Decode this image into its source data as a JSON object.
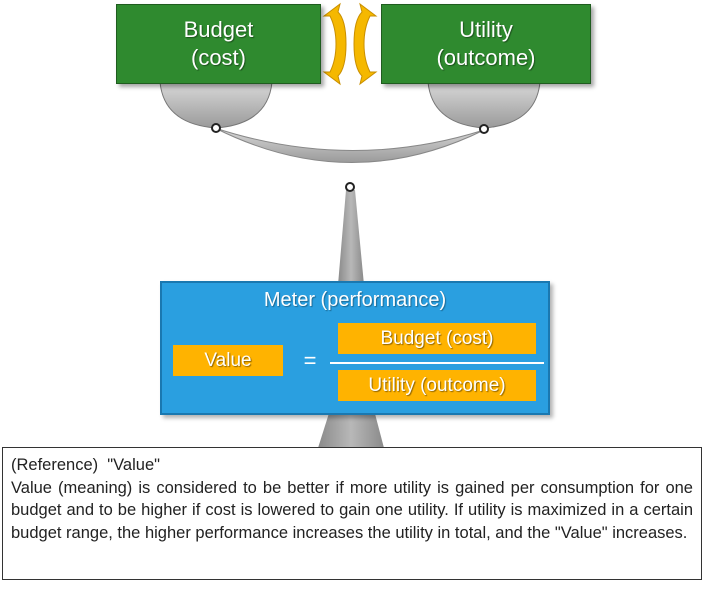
{
  "colors": {
    "budget_box": "#2f8a2f",
    "utility_box": "#2f8a2f",
    "exchange_arrows": "#f5b800",
    "scale": "#b3b3b3",
    "meter_box": "#2a9fe0",
    "meter_fields": "#ffb300"
  },
  "icons": {
    "exchange": "double-arrow-icon",
    "balance": "balance-scale-icon"
  },
  "budget": {
    "line1": "Budget",
    "line2": "(cost)"
  },
  "utility": {
    "line1": "Utility",
    "line2": "(outcome)"
  },
  "meter": {
    "title": "Meter (performance)",
    "value_label": "Value",
    "equals": "=",
    "numerator": "Budget (cost)",
    "denominator": "Utility (outcome)"
  },
  "reference": {
    "heading": "(Reference)  \"Value\"",
    "body": "Value (meaning) is considered to be better if more utility is gained per consumption for one budget and to be higher if cost is lowered to gain one utility. If utility is maximized in a certain budget range, the higher performance increases the utility in total, and the \"Value\" increases."
  }
}
